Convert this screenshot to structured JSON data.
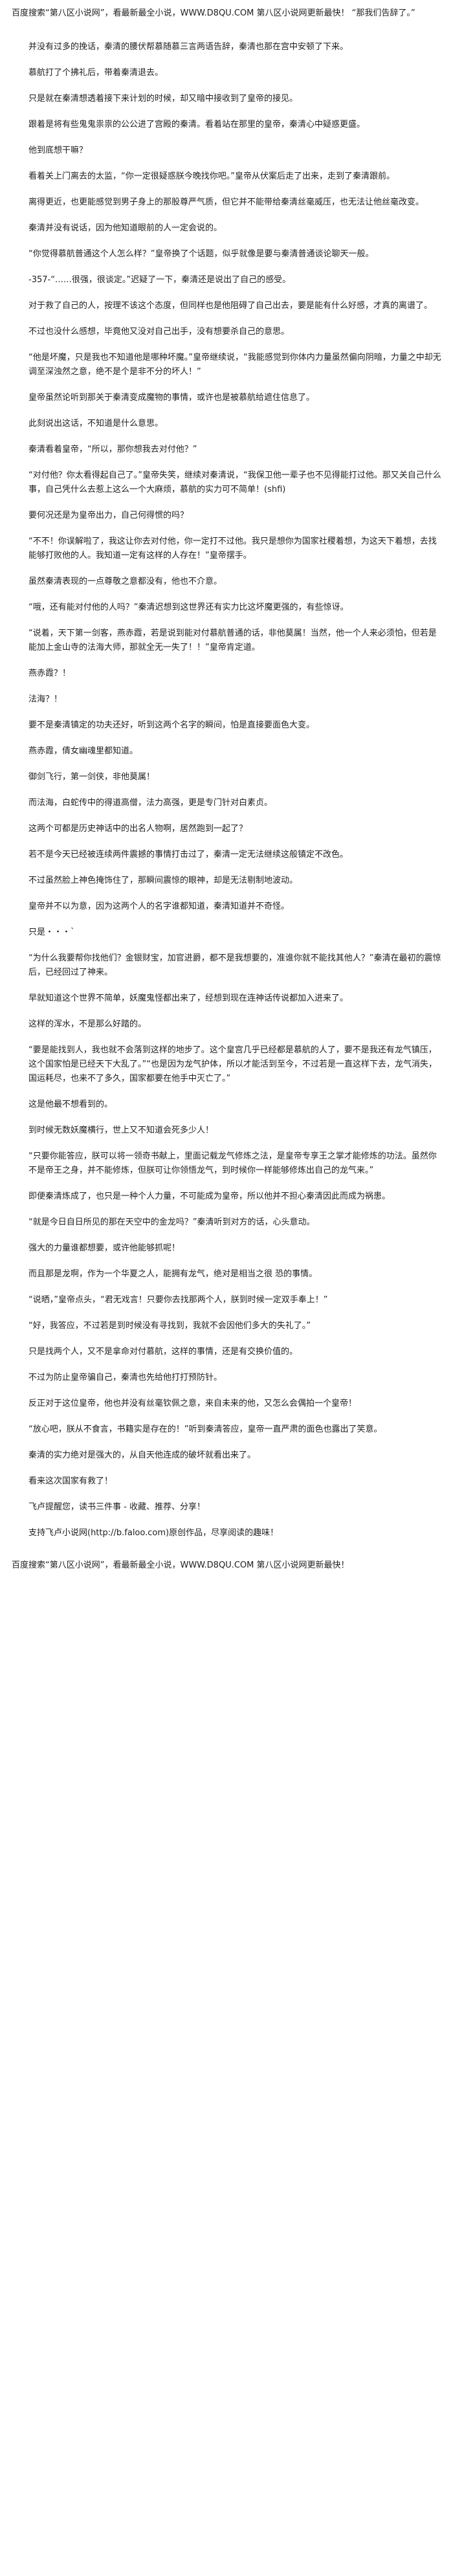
{
  "header": "百度搜索“第八区小说网”，看最新最全小说，WWW.D8QU.COM  第八区小说网更新最快！ “那我们告辞了。”",
  "paragraphs": [
    "并没有过多的挽话，秦清的腰伏帮慕随慕三言两语告辞，秦清也那在宫中安顿了下来。",
    "慕航打了个拂礼后，带着秦清退去。",
    "只是就在秦清想透着接下来计划的时候，却又暗中接收到了皇帝的接见。",
    "跟着是将有些鬼鬼祟祟的公公进了宫殿的秦清。看着站在那里的皇帝，秦清心中疑惑更盛。",
    "他到底想干嘛？",
    "看着关上门离去的太监，“你一定很疑惑朕今晚找你吧。”皇帝从伏案后走了出来，走到了秦清跟前。",
    "离得更近，也更能感觉到男子身上的那股尊严气质，但它并不能带给秦清丝毫威压，也无法让他丝毫改变。",
    "秦清并没有说话，因为他知道眼前的人一定会说的。",
    "“你觉得慕航普通这个人怎么样？”皇帝换了个话题，似乎就像是要与秦清普通谈论聊天一般。",
    "-357-“……很强，很谈定。”迟疑了一下，秦清还是说出了自己的感受。",
    "对于救了自己的人，按理不该这个态度，但同样也是他阻碍了自己出去，要是能有什么好感，才真的离谱了。",
    "不过也没什么感想，毕竟他又没对自己出手，没有想要杀自己的意思。",
    "“他是坏魔，只是我也不知道他是哪种坏魔。”皇帝继续说，“我能感觉到你体内力量虽然偏向阴暗，力量之中却无调至深浊然之意，绝不是个是非不分的坏人！”",
    "皇帝虽然论听到那关于秦清变成魔物的事情，或许也是被慕航给遮住信息了。",
    "此刻说出这话，不知道是什么意思。",
    "秦清看着皇帝，“所以，那你想我去对付他？”",
    "“对付他？你太看得起自己了。”皇帝失笑，继续对秦清说，“我保卫他一辈子也不见得能打过他。那又关自己什么事，自己凭什么去惹上这么一个大麻烦，慕航的实力可不简单！(shfi)",
    "要何况还是为皇帝出力，自己何得惯的吗？",
    "“不不！你误解啦了，我这让你去对付他，你一定打不过他。我只是想你为国家社稷着想，为这天下着想，去找能够打败他的人。我知道一定有这样的人存在！”皇帝摆手。",
    "虽然秦清表现的一点尊敬之意都没有，他也不介意。",
    "“哦，还有能对付他的人吗？”秦清迟想到这世界还有实力比这坏魔更强的，有些惊讶。",
    "“说着，天下第一剑客，燕赤霞，若是说到能对付慕航普通的话，非他莫属！当然，他一个人来必须怕，但若是能加上金山寺的法海大师，那就全无一失了！！”皇帝肯定道。",
    "燕赤霞？！",
    "法海？！",
    "要不是秦清镇定的功夫还好，听到这两个名字的瞬间，怕是直接要面色大变。",
    "燕赤霞，倩女幽魂里都知道。",
    "御剑飞行，第一剑侠，非他莫属！",
    "而法海，白蛇传中的得道高僧，法力高强，更是专门针对白素贞。",
    "这两个可都是历史神话中的出名人物啊，居然跑到一起了？",
    "若不是今天已经被连续两件震撼的事情打击过了，秦清一定无法继续这般镇定不改色。",
    "不过虽然脸上神色掩饰住了，那瞬间震惊的眼神，却是无法剔制地波动。",
    "皇帝并不以为意，因为这两个人的名字谁都知道，秦清知道并不奇怪。",
    "只是・・・`",
    "“为什么我要帮你找他们？金银财宝，加官进爵，都不是我想要的，准谁你就不能找其他人？”秦清在最初的震惊后，已经回过了神来。",
    "早就知道这个世界不简单，妖魔鬼怪都出来了，经想到现在连神话传说都加入进来了。",
    "这样的浑水，不是那么好踏的。",
    "“要是能找到人，我也就不会落到这样的地步了。这个皇宫几乎已经都是慕航的人了，要不是我还有龙气镇压，这个国家怕是已经天下大乱了。”“也是因为龙气护体，所以才能活到至今，不过若是一直这样下去，龙气消失，国运耗尽，也来不了多久，国家都要在他手中灭亡了。”",
    "这是他最不想看到的。",
    "到时候无数妖魔横行，世上又不知道会死多少人！",
    "“只要你能答应，朕可以将一领奇书献上，里面记载龙气修炼之法，是皇帝专享王之掌才能修炼的功法。虽然你不是帝王之身，并不能修炼，但朕可让你领悟龙气，到时候你一样能够修炼出自己的龙气来。”",
    "即便秦清炼成了，也只是一种个人力量，不可能成为皇帝，所以他并不担心秦清因此而成为祸患。",
    "“就是今日自日所见的那在天空中的金龙吗？”秦清听到对方的话，心头意动。",
    "强大的力量谁都想要，或许他能够抓呢！",
    "而且那是龙啊，作为一个华夏之人，能拥有龙气，绝对是相当之很 恐的事情。",
    "“说晒，”皇帝点头，“君无戏言！只要你去找那两个人，朕到时候一定双手奉上！”",
    "“好，我答应，不过若是到时候没有寻找到，我就不会因他们多大的失礼了。”",
    "只是找两个人，又不是拿命对付慕航，这样的事情，还是有交换价值的。",
    "不过为防止皇帝骗自己，秦清也先给他打打预防针。",
    "反正对于这位皇帝，他也并没有丝毫钦佩之意，来自未来的他，又怎么会偶拍一个皇帝！",
    "“放心吧，朕从不食言，书籍实是存在的！”听到秦清答应，皇帝一直严肃的面色也露出了笑意。",
    "秦清的实力绝对是强大的，从自天他连成的破坏就看出来了。",
    "看来这次国家有救了！",
    "飞卢提醒您，读书三件事 - 收藏、推荐、分享！",
    "支持飞卢小说网(http://b.faloo.com)原创作品，尽享阅读的趣味！"
  ],
  "footer": "百度搜索“第八区小说网”，看最新最全小说，WWW.D8QU.COM  第八区小说网更新最快！"
}
